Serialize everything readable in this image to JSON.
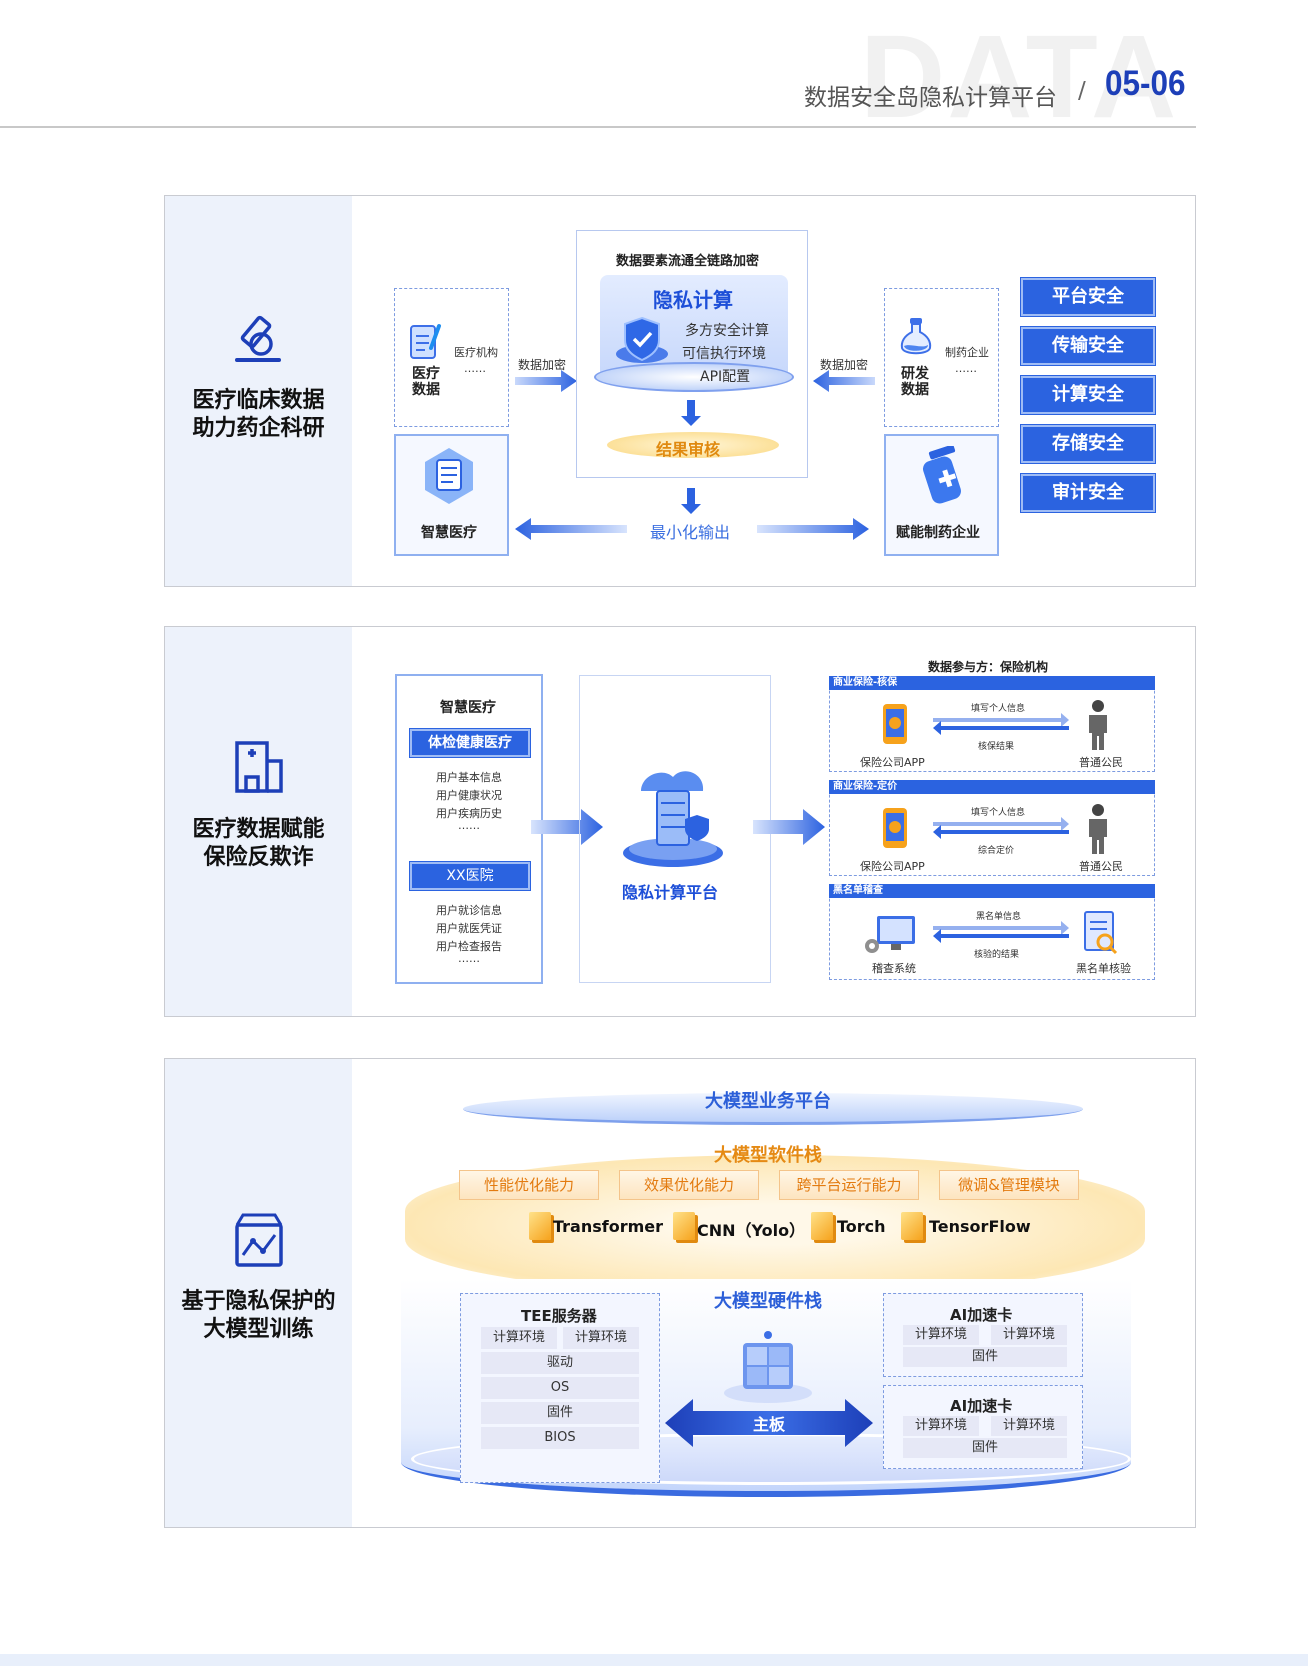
{
  "header": {
    "watermark": "DATA",
    "title": "数据安全岛隐私计算平台",
    "slash": "/",
    "pages": "05-06"
  },
  "panel1": {
    "side_title_1": "医疗临床数据",
    "side_title_2": "助力药企科研",
    "left_box": {
      "label": "医疗\n数据",
      "org": "医疗机构",
      "ellipsis": "……"
    },
    "left_arrow_label": "数据加密",
    "center": {
      "top_label": "数据要素流通全链路加密",
      "title": "隐私计算",
      "items": [
        "多方安全计算",
        "可信执行环境",
        "API配置"
      ],
      "review": "结果审核"
    },
    "right_arrow_label": "数据加密",
    "right_box": {
      "label": "研发\n数据",
      "org": "制药企业",
      "ellipsis": "……"
    },
    "bottom_left": "智慧医疗",
    "bottom_right": "赋能制药企业",
    "output": "最小化输出",
    "security": [
      "平台安全",
      "传输安全",
      "计算安全",
      "存储安全",
      "审计安全"
    ]
  },
  "panel2": {
    "side_title_1": "医疗数据赋能",
    "side_title_2": "保险反欺诈",
    "left": {
      "title": "智慧医疗",
      "group1": "体检健康医疗",
      "g1_items": [
        "用户基本信息",
        "用户健康状况",
        "用户疾病历史",
        "……"
      ],
      "group2": "XX医院",
      "g2_items": [
        "用户就诊信息",
        "用户就医凭证",
        "用户检查报告",
        "……"
      ]
    },
    "center": "隐私计算平台",
    "right_title": "数据参与方：保险机构",
    "blocks": [
      {
        "header": "商业保险-核保",
        "top": "填写个人信息",
        "bottom": "核保结果",
        "left": "保险公司APP",
        "right": "普通公民"
      },
      {
        "header": "商业保险-定价",
        "top": "填写个人信息",
        "bottom": "综合定价",
        "left": "保险公司APP",
        "right": "普通公民"
      },
      {
        "header": "黑名单稽查",
        "top": "黑名单信息",
        "bottom": "核验的结果",
        "left": "稽查系统",
        "right": "黑名单核验"
      }
    ]
  },
  "panel3": {
    "side_title_1": "基于隐私保护的",
    "side_title_2": "大模型训练",
    "platform": "大模型业务平台",
    "software": "大模型软件栈",
    "caps": [
      "性能优化能力",
      "效果优化能力",
      "跨平台运行能力",
      "微调&管理模块"
    ],
    "frameworks": [
      "Transformer",
      "CNN（Yolo）",
      "Torch",
      "TensorFlow"
    ],
    "hardware": "大模型硬件栈",
    "tee": {
      "title": "TEE服务器",
      "env1": "计算环境",
      "env2": "计算环境",
      "rows": [
        "驱动",
        "OS",
        "固件",
        "BIOS"
      ]
    },
    "board": "主板",
    "ai_cards": [
      {
        "title": "AI加速卡",
        "env1": "计算环境",
        "env2": "计算环境",
        "fw": "固件"
      },
      {
        "title": "AI加速卡",
        "env1": "计算环境",
        "env2": "计算环境",
        "fw": "固件"
      }
    ]
  }
}
